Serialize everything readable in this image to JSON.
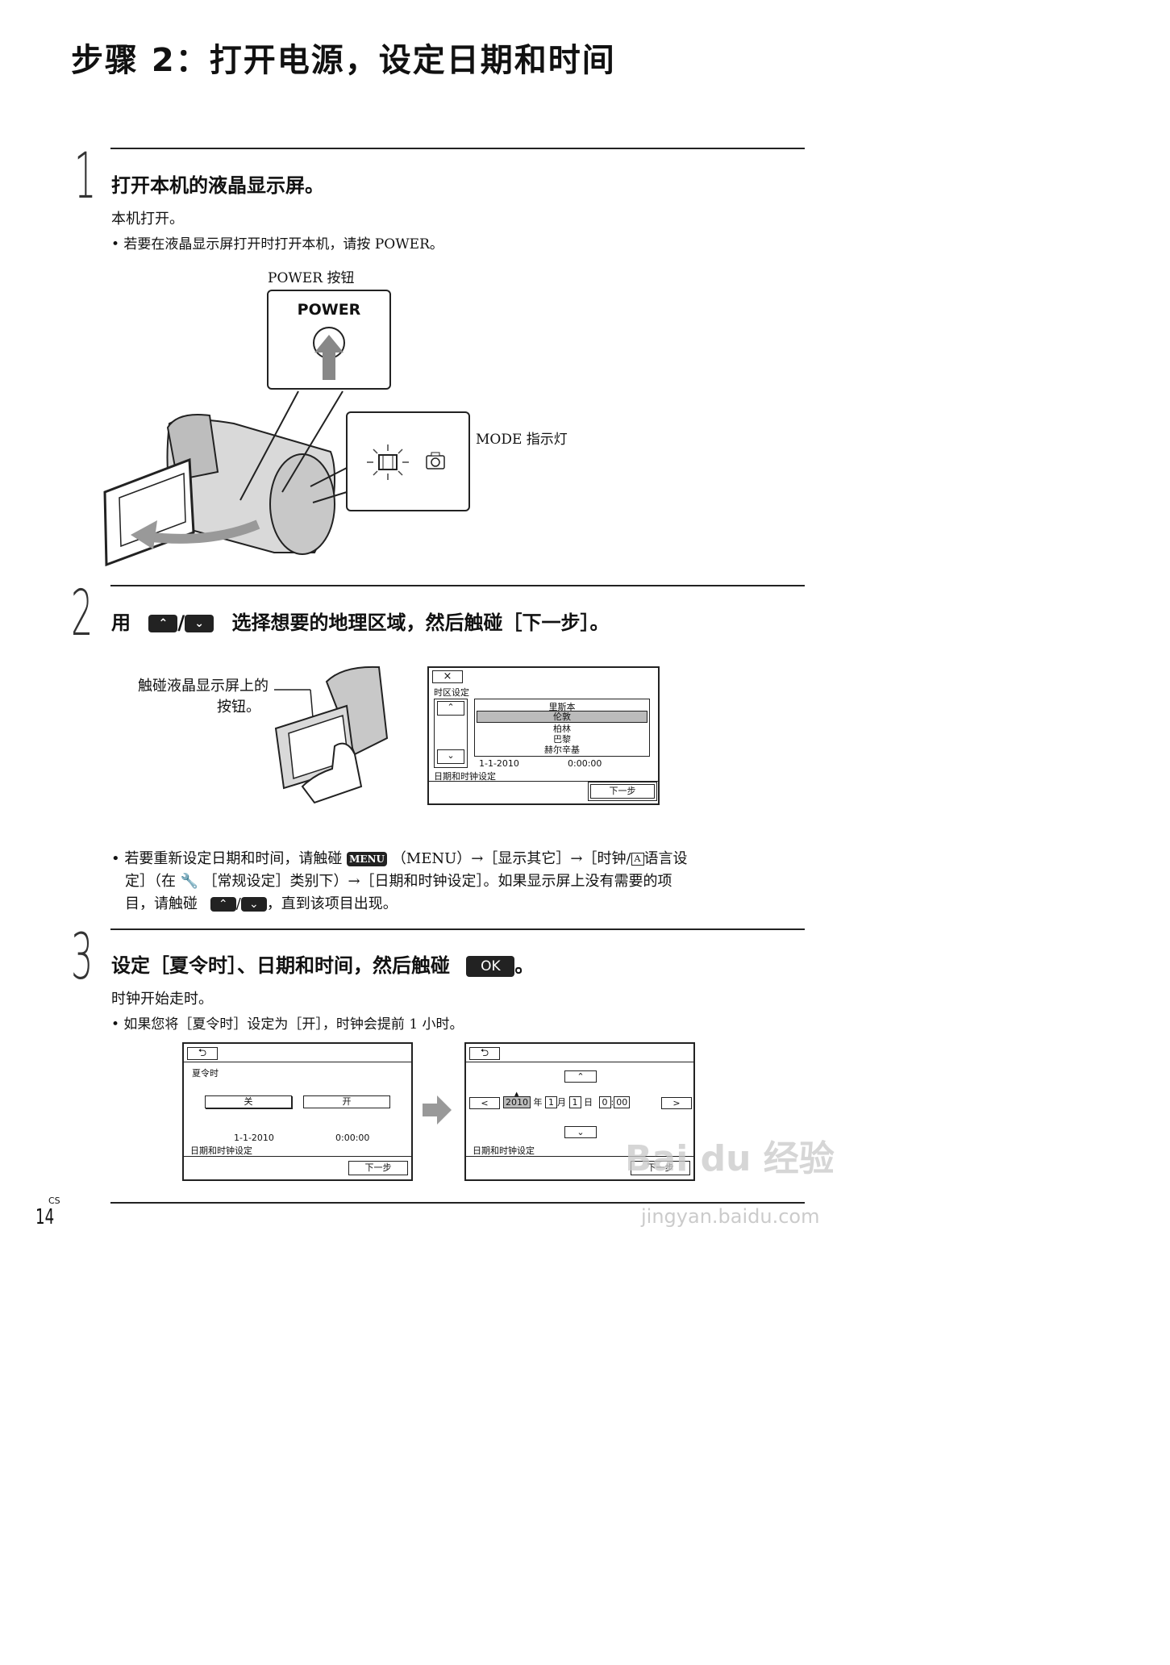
{
  "title": "步骤 2：打开电源，设定日期和时间",
  "step1": {
    "number": "1",
    "heading": "打开本机的液晶显示屏。",
    "line1": "本机打开。",
    "bullet": "• 若要在液晶显示屏打开时打开本机，请按 POWER。",
    "fig": {
      "power_caption": "POWER 按钮",
      "power_label": "POWER",
      "mode_caption": "MODE 指示灯"
    }
  },
  "step2": {
    "number": "2",
    "heading_pre": "用",
    "heading_post": "选择想要的地理区域，然后触碰［下一步］。",
    "slash": "/",
    "touch_caption_1": "触碰液晶显示屏上的",
    "touch_caption_2": "按钮。",
    "screen": {
      "close": "×",
      "label": "时区设定",
      "cities": [
        "里斯本",
        "伦敦",
        "柏林",
        "巴黎",
        "赫尔辛基"
      ],
      "date": "1-1-2010",
      "time": "0:00:00",
      "footer_label": "日期和时钟设定",
      "next": "下一步"
    },
    "note_line1_pre": "• 若要重新设定日期和时间，请触碰",
    "menu_key": "MENU",
    "note_line1_post": "（MENU）→［显示其它］→［时钟/",
    "lang_icon": "A",
    "note_line1_end": "语言设",
    "note_line2_pre": "定］（在",
    "note_line2_post": "［常规设定］类别下）→［日期和时钟设定］。如果显示屏上没有需要的项",
    "note_line3_pre": "目，请触碰",
    "note_line3_post": "，直到该项目出现。"
  },
  "step3": {
    "number": "3",
    "heading_pre": "设定［夏令时］、日期和时间，然后触碰",
    "ok_key": "OK",
    "heading_post": "。",
    "line1": "时钟开始走时。",
    "bullet": "• 如果您将［夏令时］设定为［开］，时钟会提前 1 小时。",
    "screen_a": {
      "label": "夏令时",
      "off": "关",
      "on": "开",
      "date": "1-1-2010",
      "time": "0:00:00",
      "footer_label": "日期和时钟设定",
      "next": "下一步"
    },
    "screen_b": {
      "year": "2010",
      "year_unit": "年",
      "month": "1",
      "month_unit": "月",
      "day": "1",
      "day_unit": "日",
      "hour": "0",
      "colon": ":",
      "minute": "00",
      "footer_label": "日期和时钟设定",
      "next": "下一步"
    }
  },
  "footer": {
    "lang": "CS",
    "page": "14"
  },
  "watermark": {
    "brand": "Bai du 经验",
    "url": "jingyan.baidu.com"
  }
}
